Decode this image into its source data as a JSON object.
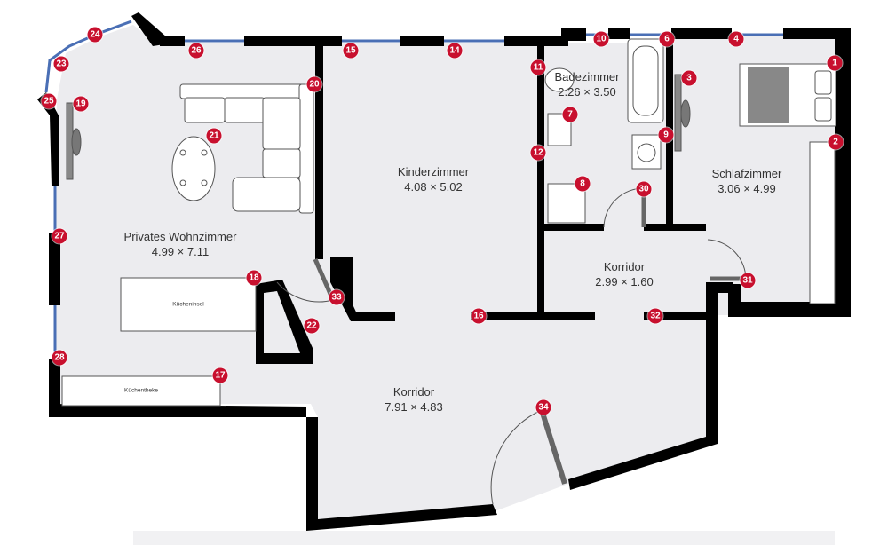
{
  "rooms": [
    {
      "name": "Privates Wohnzimmer",
      "size": "4.99 × 7.11"
    },
    {
      "name": "Kinderzimmer",
      "size": "4.08 × 5.02"
    },
    {
      "name": "Badezimmer",
      "size": "2.26 × 3.50"
    },
    {
      "name": "Schlafzimmer",
      "size": "3.06 × 4.99"
    },
    {
      "name": "Korridor",
      "size": "2.99 × 1.60"
    },
    {
      "name": "Korridor",
      "size": "7.91 × 4.83"
    }
  ],
  "furniture": {
    "island_label": "Kücheninsel",
    "counter_label": "Küchentheke"
  },
  "markers": [
    "1",
    "2",
    "3",
    "4",
    "6",
    "7",
    "8",
    "9",
    "10",
    "11",
    "12",
    "14",
    "15",
    "16",
    "17",
    "18",
    "19",
    "20",
    "21",
    "22",
    "23",
    "24",
    "25",
    "26",
    "27",
    "28",
    "30",
    "31",
    "32",
    "33",
    "34"
  ],
  "colors": {
    "wall": "#000000",
    "floor": "#ececef",
    "marker": "#c8102e",
    "window": "#4a6fb5"
  }
}
